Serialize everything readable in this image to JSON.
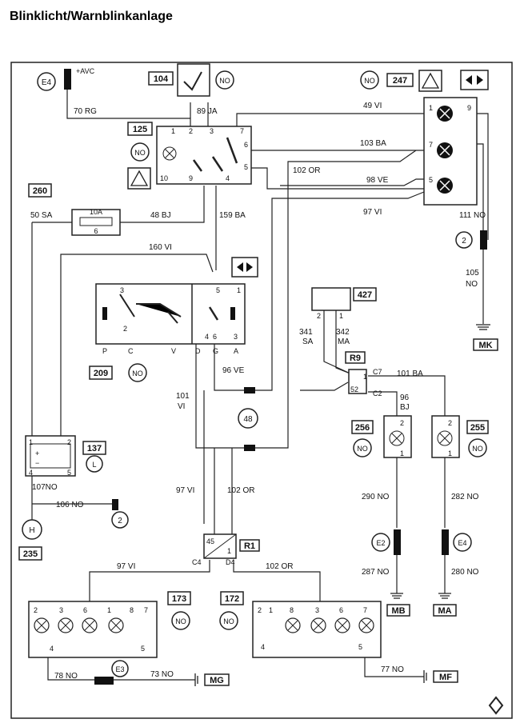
{
  "title": "Blinklicht/Warnblinkanlage",
  "tags": {
    "t104": "104",
    "t125": "125",
    "t247": "247",
    "t260": "260",
    "t427": "427",
    "t209": "209",
    "t137": "137",
    "t256": "256",
    "t255": "255",
    "t235": "235",
    "t173": "173",
    "t172": "172",
    "tR9": "R9",
    "tR1": "R1",
    "tMK": "MK",
    "tMB": "MB",
    "tMA": "MA",
    "tMG": "MG",
    "tMF": "MF"
  },
  "symbols": {
    "no": "NO",
    "e4": "E4",
    "e2": "E2",
    "e3": "E3",
    "l": "L",
    "h": "H",
    "two": "2",
    "n48": "48"
  },
  "wires": {
    "w70": "70 RG",
    "w89": "89 JA",
    "w49": "49 VI",
    "w103": "103 BA",
    "w102a": "102 OR",
    "w98": "98 VE",
    "w97a": "97 VI",
    "w111": "111 NO",
    "w105a": "105",
    "w105b": "NO",
    "w50": "50 SA",
    "w48": "48 BJ",
    "w159": "159 BA",
    "w160": "160 VI",
    "w341a": "341",
    "w341b": "SA",
    "w342a": "342",
    "w342b": "MA",
    "w101ba": "101 BA",
    "w96a": "96",
    "w96b": "BJ",
    "w96ve": "96 VE",
    "w101a": "101",
    "w101b": "VI",
    "w97b": "97 VI",
    "w102b": "102 OR",
    "w107": "107NO",
    "w106": "106 NO",
    "w290": "290 NO",
    "w282": "282 NO",
    "w287": "287 NO",
    "w280": "280 NO",
    "w97c": "97 VI",
    "w102c": "102 OR",
    "w78": "78 NO",
    "w73": "73 NO",
    "w77": "77 NO"
  },
  "pins": {
    "avc": "+AVC",
    "fuse": "10A",
    "fuse6": "6",
    "p125_2": "2",
    "p125_3": "3",
    "p125_7": "7",
    "p125_6": "6",
    "p125_5": "5",
    "p125_10": "10",
    "p125_9": "9",
    "p125_4": "4",
    "p125_1": "1",
    "p247_1": "1",
    "p247_9": "9",
    "p247_7": "7",
    "p247_5": "5",
    "p209_3": "3",
    "p209_5": "5",
    "p209_1": "1",
    "p209_2": "2",
    "p209_4": "4",
    "p209_6": "6",
    "p209_3b": "3",
    "p209_P": "P",
    "p209_C": "C",
    "p209_V": "V",
    "p209_D": "D",
    "p209_G": "G",
    "p209_A": "A",
    "p427_2": "2",
    "p427_1": "1",
    "r9_1": "1",
    "r9_c7": "C7",
    "r9_52": "52",
    "r9_c2": "C2",
    "p137_1": "1",
    "p137_2": "2",
    "p137_4": "4",
    "p137_5": "5",
    "p137_plus": "+",
    "p137_minus": "−",
    "r1_45": "45",
    "r1_1": "1",
    "r1_c4": "C4",
    "r1_d4": "D4",
    "p256_2": "2",
    "p256_1": "1",
    "p255_2": "2",
    "p255_1": "1",
    "p173_2": "2",
    "p173_3": "3",
    "p173_6": "6",
    "p173_1": "1",
    "p173_8": "8",
    "p173_7": "7",
    "p173_4": "4",
    "p173_5": "5",
    "p172_2": "2",
    "p172_1": "1",
    "p172_8": "8",
    "p172_3": "3",
    "p172_6": "6",
    "p172_7": "7",
    "p172_4": "4",
    "p172_5": "5"
  }
}
